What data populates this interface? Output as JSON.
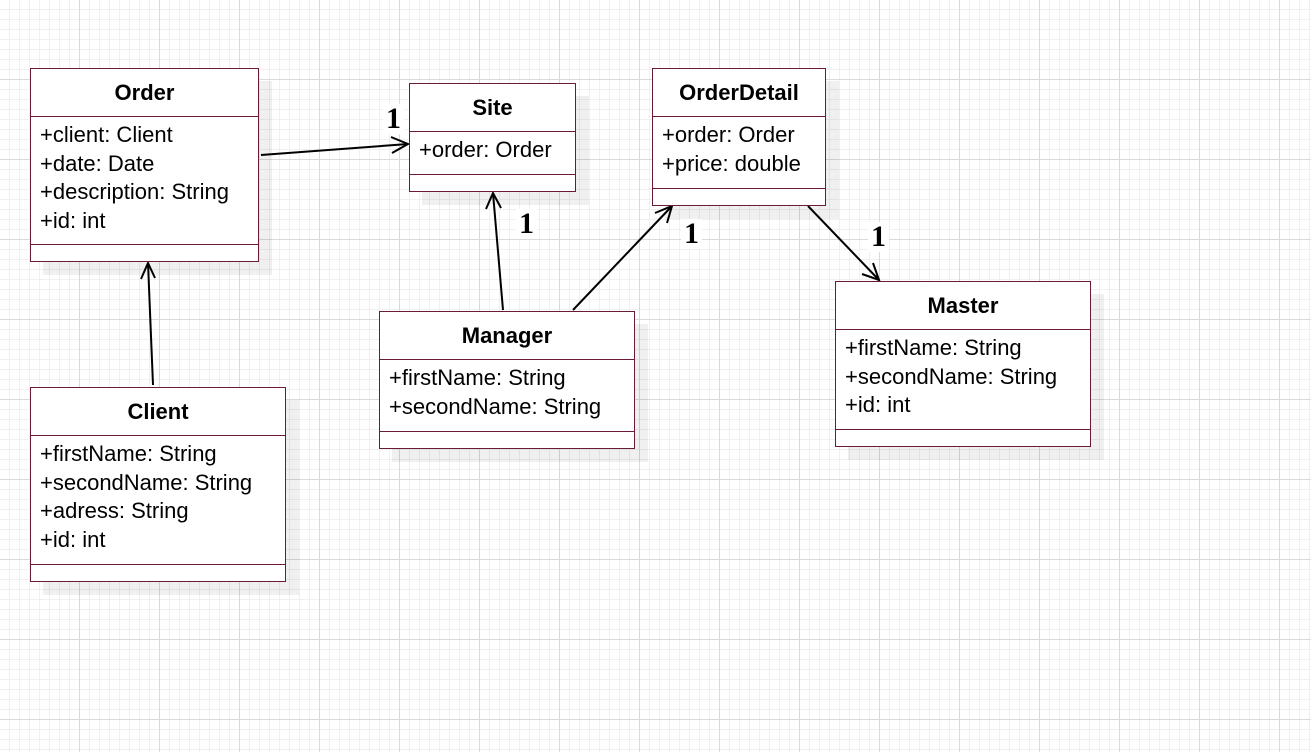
{
  "classes": [
    {
      "id": "order",
      "name": "Order",
      "attributes": [
        "+client: Client",
        "+date: Date",
        "+description: String",
        "+id: int"
      ]
    },
    {
      "id": "site",
      "name": "Site",
      "attributes": [
        "+order: Order"
      ]
    },
    {
      "id": "orderdetail",
      "name": "OrderDetail",
      "attributes": [
        "+order: Order",
        "+price: double"
      ]
    },
    {
      "id": "manager",
      "name": "Manager",
      "attributes": [
        "+firstName: String",
        "+secondName: String"
      ]
    },
    {
      "id": "master",
      "name": "Master",
      "attributes": [
        "+firstName: String",
        "+secondName: String",
        "+id: int"
      ]
    },
    {
      "id": "client",
      "name": "Client",
      "attributes": [
        "+firstName: String",
        "+secondName: String",
        "+adress: String",
        "+id: int"
      ]
    }
  ],
  "associations": [
    {
      "from": "Order",
      "to": "Site",
      "multiplicity": "1"
    },
    {
      "from": "Manager",
      "to": "Site",
      "multiplicity": "1"
    },
    {
      "from": "Manager",
      "to": "OrderDetail",
      "multiplicity": "1"
    },
    {
      "from": "OrderDetail",
      "to": "Master",
      "multiplicity": "1"
    },
    {
      "from": "Client",
      "to": "Order",
      "multiplicity": ""
    }
  ],
  "colors": {
    "border": "#6a1a3a",
    "line": "#000000",
    "background": "#ffffff"
  }
}
